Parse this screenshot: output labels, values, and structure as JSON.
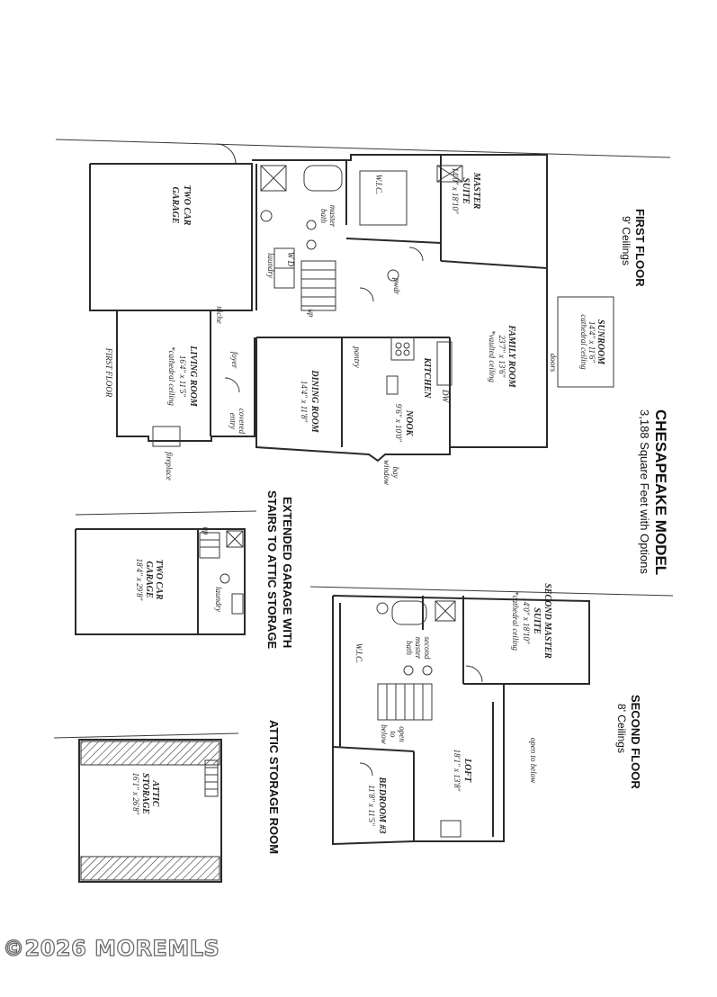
{
  "model": {
    "title": "CHESAPEAKE MODEL",
    "subtitle": "3,188 Square Feet with Options"
  },
  "first_floor": {
    "heading": "FIRST FLOOR",
    "ceilings": "9' Ceilings",
    "rooms": {
      "two_car_garage": [
        "TWO CAR",
        "GARAGE"
      ],
      "master_suite": [
        "MASTER",
        "SUITE",
        "14'0\" x 18'10\""
      ],
      "wic": "W.I.C.",
      "master_bath": [
        "master",
        "bath"
      ],
      "laundry": "laundry",
      "washer_dryer": "W   D",
      "family_room": [
        "FAMILY ROOM",
        "23'7\" x 13'6\"",
        "*vaulted ceiling"
      ],
      "sunroom": [
        "SUNROOM",
        "14'4\" x 11'6\"",
        "cathedral ceiling"
      ],
      "doors": "doors",
      "pwdr": "pwdr",
      "niche": "niche",
      "up": "up",
      "living_room": [
        "LIVING ROOM",
        "16'4\" x 11'5\"",
        "*cathedral ceiling"
      ],
      "first_floor_note": "FIRST FLOOR",
      "foyer": "foyer",
      "covered_entry": [
        "covered",
        "entry"
      ],
      "fireplace": "fireplace",
      "dining_room": [
        "DINING ROOM",
        "14'4\" x 11'8\""
      ],
      "pantry": "pantry",
      "kitchen": "KITCHEN",
      "nook": [
        "NOOK",
        "9'6\" x 10'0\""
      ],
      "dw": "DW",
      "bay_window": [
        "bay",
        "window"
      ]
    }
  },
  "extended_garage": {
    "heading": [
      "EXTENDED GARAGE WITH",
      "STAIRS TO ATTIC STORAGE"
    ],
    "rooms": {
      "garage": [
        "TWO CAR",
        "GARAGE",
        "18'4\" x 29'8\""
      ],
      "laundry": "laundry",
      "up": "up"
    }
  },
  "attic": {
    "heading": "ATTIC STORAGE ROOM",
    "rooms": {
      "attic_storage": [
        "ATTIC",
        "STORAGE",
        "16'1\" x 26'8\""
      ]
    }
  },
  "second_floor": {
    "heading": "SECOND FLOOR",
    "ceilings": "8' Ceilings",
    "rooms": {
      "second_master": [
        "SECOND MASTER",
        "SUITE",
        "14'0\" x 18'10\"",
        "*cathedral ceiling"
      ],
      "second_master_bath": [
        "second",
        "master",
        "bath"
      ],
      "wic": "W.I.C.",
      "loft": [
        "LOFT",
        "18'1\" x 13'8\""
      ],
      "open_to_below": "open to below",
      "open_to_below_stair": [
        "open",
        "to",
        "below"
      ],
      "bedroom3": [
        "BEDROOM #3",
        "11'8\" x 11'5\""
      ]
    }
  },
  "watermark": "©2026 MOREMLS"
}
